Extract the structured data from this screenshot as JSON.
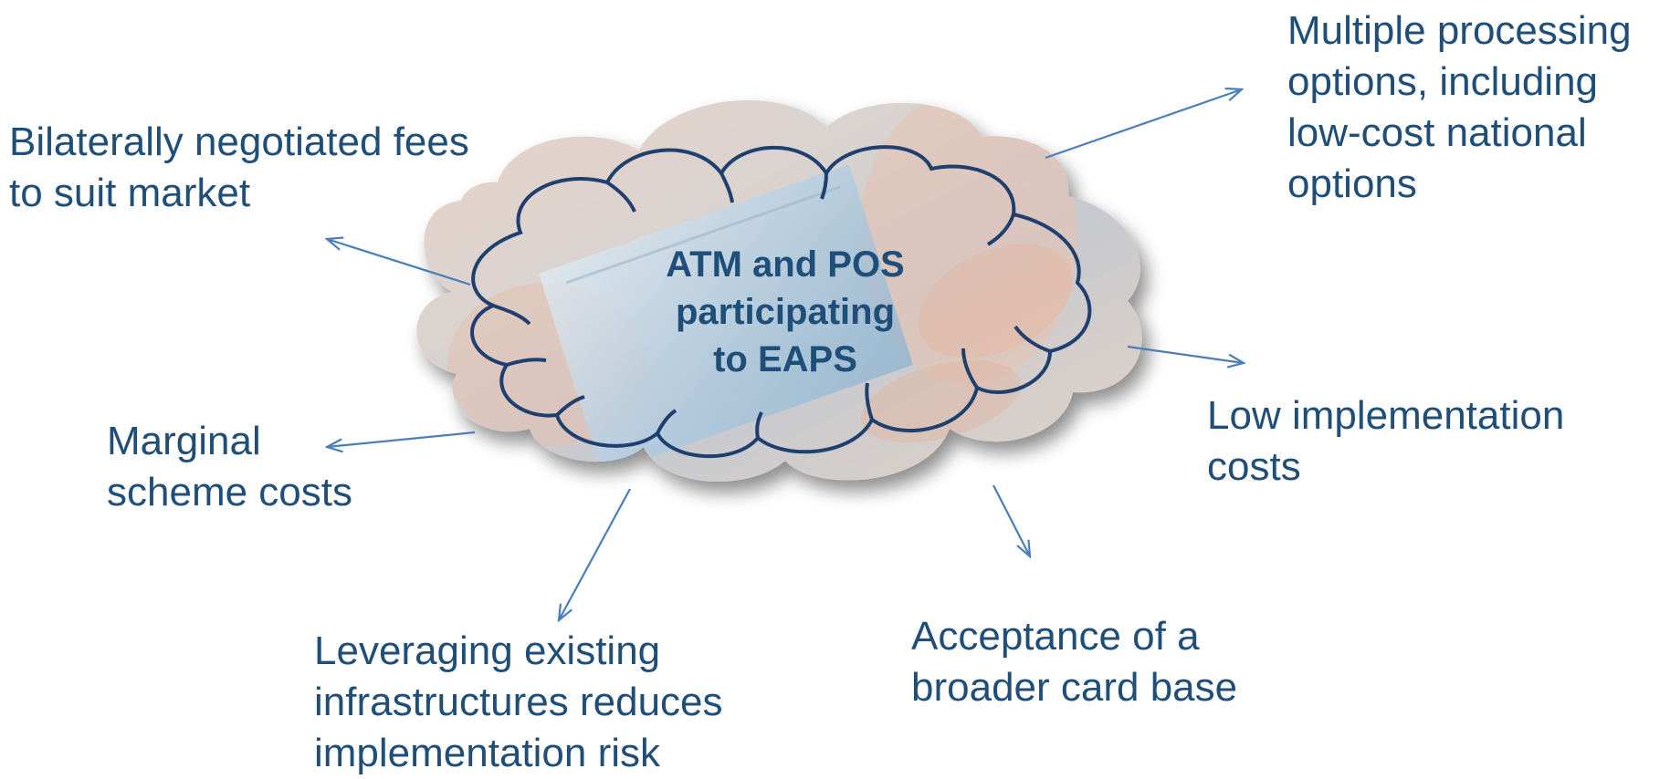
{
  "center": {
    "lines": [
      "ATM and POS",
      "participating",
      "to EAPS"
    ]
  },
  "benefits": {
    "processing": [
      "Multiple processing",
      "options, including",
      "low-cost national",
      "options"
    ],
    "fees": [
      "Bilaterally negotiated fees",
      "to suit market"
    ],
    "implementation_costs": [
      "Low implementation",
      "costs"
    ],
    "scheme_costs": [
      "Marginal",
      "scheme costs"
    ],
    "acceptance": [
      "Acceptance of a",
      "broader card base"
    ],
    "infrastructure": [
      "Leveraging existing",
      "infrastructures reduces",
      "implementation risk"
    ]
  },
  "colors": {
    "text": "#1f4e79",
    "cloud_outline": "#1f3f6e",
    "arrow": "#4a7ebb",
    "cloud_fill": "#c9c2bd"
  },
  "icons": {
    "cloud_image": "card-payment-cloud"
  }
}
